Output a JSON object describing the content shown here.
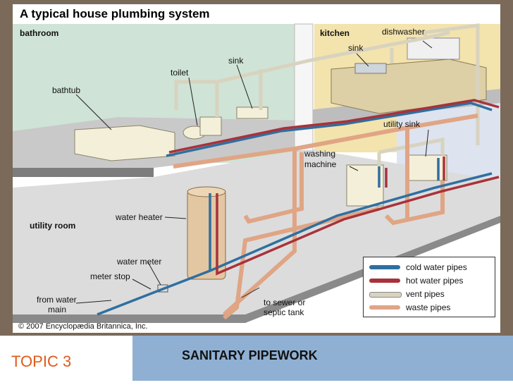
{
  "illustration": {
    "title": "A typical house plumbing system",
    "copyright": "© 2007 Encyclopædia Britannica, Inc.",
    "rooms": {
      "bathroom": "bathroom",
      "kitchen": "kitchen",
      "utility_room": "utility room"
    },
    "labels": {
      "dishwasher": "dishwasher",
      "kitchen_sink": "sink",
      "bathroom_sink": "sink",
      "toilet": "toilet",
      "bathtub": "bathtub",
      "utility_sink": "utility sink",
      "washing_machine_1": "washing",
      "washing_machine_2": "machine",
      "water_heater": "water heater",
      "water_meter": "water meter",
      "meter_stop": "meter stop",
      "from_water_main_1": "from water",
      "from_water_main_2": "main",
      "to_sewer_1": "to sewer or",
      "to_sewer_2": "septic tank"
    },
    "legend": [
      {
        "label": "cold water pipes",
        "color": "#2f6fa0"
      },
      {
        "label": "hot water pipes",
        "color": "#a8323a"
      },
      {
        "label": "vent pipes",
        "color": "#d8d3bf"
      },
      {
        "label": "waste pipes",
        "color": "#e0a585"
      }
    ]
  },
  "slide": {
    "topic": "TOPIC 3",
    "heading": "SANITARY PIPEWORK",
    "colors": {
      "frame": "#7b6a5a",
      "topic_text": "#e05a1a",
      "heading_bar": "#8fb0d3"
    }
  }
}
